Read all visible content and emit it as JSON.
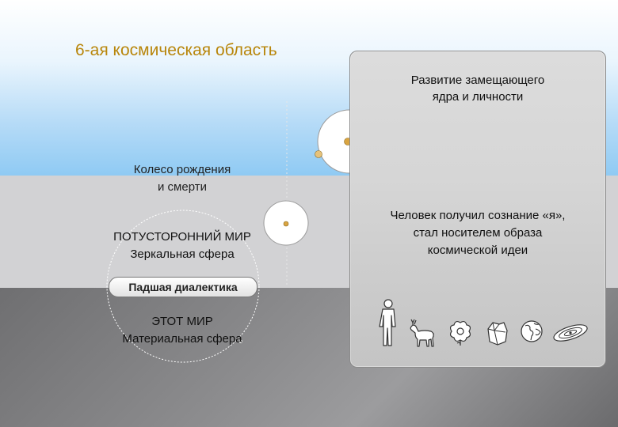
{
  "title": "6-ая космическая область",
  "panel": {
    "top_line1": "Развитие замещающего",
    "top_line2": "ядра и личности",
    "mid_line1": "Человек получил сознание «я»,",
    "mid_line2": "стал носителем образа",
    "mid_line3": "космической идеи",
    "icons": [
      "human-icon",
      "deer-icon",
      "flower-icon",
      "mineral-icon",
      "earth-icon",
      "galaxy-icon"
    ]
  },
  "wheel": {
    "line1": "Колесо рождения",
    "line2": "и смерти"
  },
  "other_world": {
    "line1": "ПОТУСТОРОННИЙ МИР",
    "line2": "Зеркальная сфера"
  },
  "dialectic_label": "Падшая диалектика",
  "this_world": {
    "line1": "ЭТОТ МИР",
    "line2": "Материальная сфера"
  },
  "colors": {
    "title": "#b8860b",
    "sky": "#8fcaf3",
    "middle_band": "#d2d2d4",
    "ground": "#7e7e80",
    "dot": "#d9a441"
  }
}
